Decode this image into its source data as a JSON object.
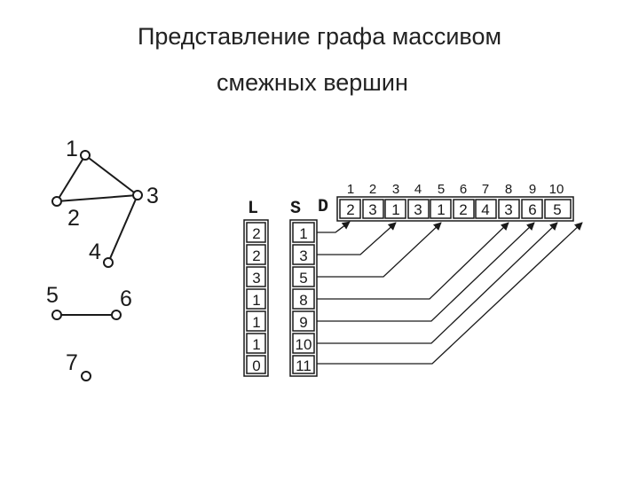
{
  "title": {
    "line1": "Представление графа массивом",
    "line2": "смежных вершин"
  },
  "graph": {
    "vertices": [
      "1",
      "2",
      "3",
      "4",
      "5",
      "6",
      "7"
    ],
    "edges": [
      [
        "1",
        "2"
      ],
      [
        "1",
        "3"
      ],
      [
        "2",
        "3"
      ],
      [
        "3",
        "4"
      ],
      [
        "5",
        "6"
      ]
    ]
  },
  "arrays": {
    "L": {
      "label": "L",
      "values": [
        "2",
        "2",
        "3",
        "1",
        "1",
        "1",
        "0"
      ]
    },
    "S": {
      "label": "S",
      "values": [
        "1",
        "3",
        "5",
        "8",
        "9",
        "10",
        "11"
      ]
    },
    "D": {
      "label": "D",
      "indices": [
        "1",
        "2",
        "3",
        "4",
        "5",
        "6",
        "7",
        "8",
        "9",
        "10"
      ],
      "values": [
        "2",
        "3",
        "1",
        "3",
        "1",
        "2",
        "4",
        "3",
        "6",
        "5"
      ]
    }
  },
  "colors": {
    "ink": "#1a1a1a",
    "background": "#ffffff"
  }
}
